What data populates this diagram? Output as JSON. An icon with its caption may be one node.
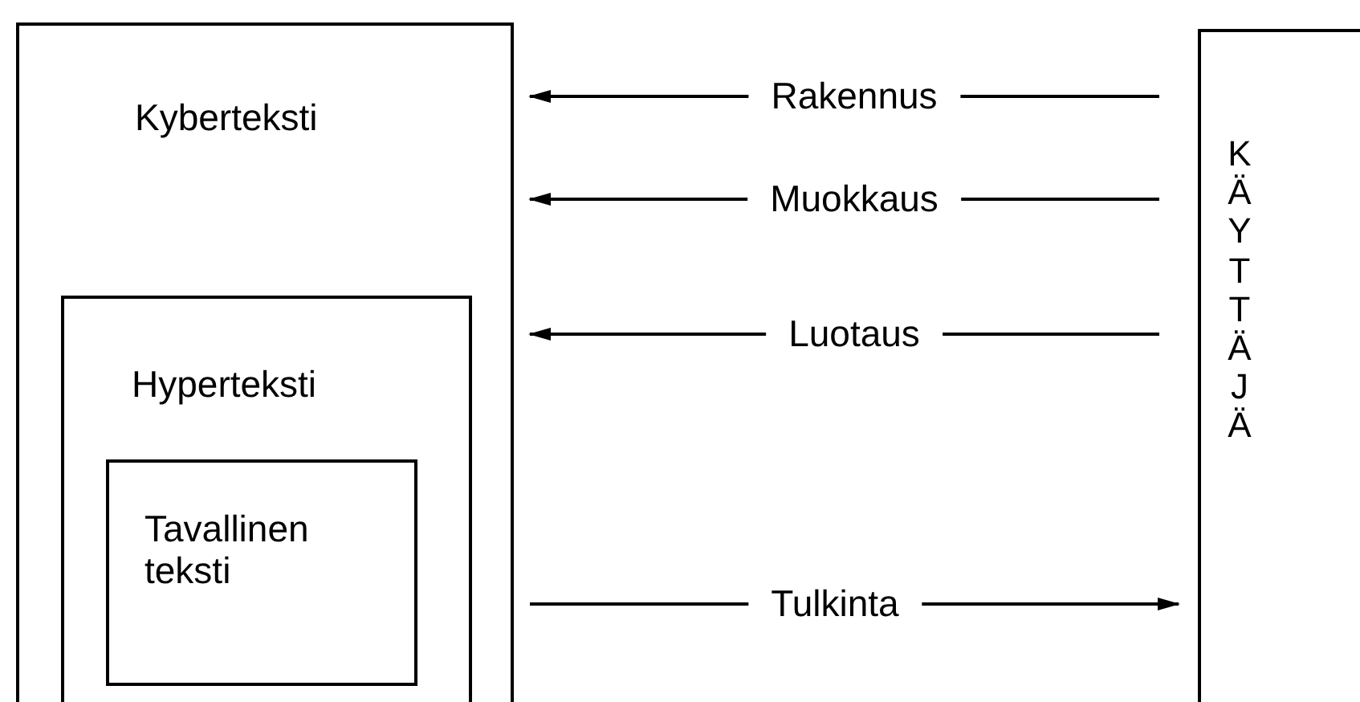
{
  "diagram": {
    "nodes": [
      {
        "text": [
          "Kyberteksti"
        ]
      },
      {
        "text": [
          "Hyperteksti"
        ],
        "in": 0
      },
      {
        "text": [
          "Tavallinen teksti"
        ],
        "in": 1
      },
      {
        "text": [
          "KÄYTTÄJÄ"
        ]
      }
    ],
    "edges": [
      {
        "from": 3,
        "to": 0,
        "arrow": "to",
        "label": "Rakennus"
      },
      {
        "from": 3,
        "to": 0,
        "arrow": "to",
        "label": "Muokkaus"
      },
      {
        "from": 3,
        "to": 0,
        "arrow": "to",
        "label": "Luotaus"
      },
      {
        "from": 0,
        "to": 3,
        "arrow": "to",
        "label": "Tulkinta"
      }
    ]
  }
}
